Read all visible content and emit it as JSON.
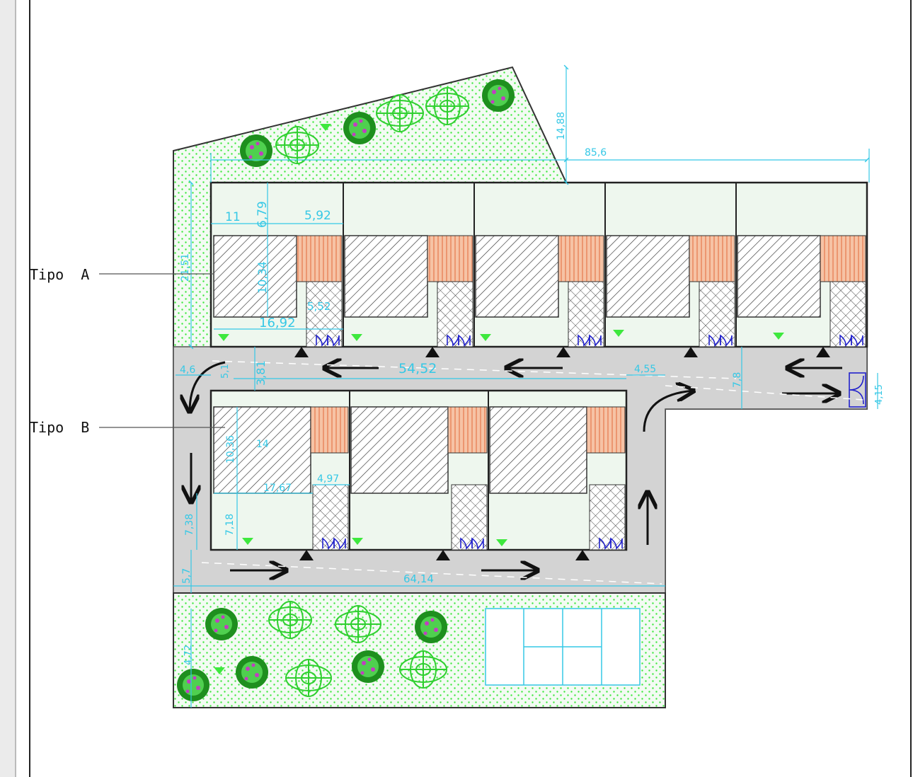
{
  "labels": {
    "tipo_a": "Tipo  A",
    "tipo_b": "Tipo  B"
  },
  "dimensions": {
    "d_14_88": "14,88",
    "d_85_6": "85,6",
    "d_11": "11",
    "d_6_79": "6,79",
    "d_5_92": "5,92",
    "d_21_51": "21,51",
    "d_10_34": "10,34",
    "d_16_92": "16,92",
    "d_5_52": "5,52",
    "d_3_81": "3,81",
    "d_54_52": "54,52",
    "d_4_6": "4,6",
    "d_5_1": "5,1",
    "d_4_55": "4,55",
    "d_7_8": "7,8",
    "d_4_15": "4,15",
    "d_10_36": "10,36",
    "d_14": "14",
    "d_4_97": "4,97",
    "d_17_67": "17,67",
    "d_7_38": "7,38",
    "d_7_18": "7,18",
    "d_5_7": "5,7",
    "d_64_14": "64,14",
    "d_4_72": "4,72"
  },
  "colors": {
    "dimension": "#35c8e6",
    "green_area": "#e8f5e8",
    "green_dots": "#3ee83e",
    "road": "#d3d3d3",
    "lot_fill": "#eef7ee",
    "porch": "#f0a27a",
    "gate": "#2222cc"
  }
}
